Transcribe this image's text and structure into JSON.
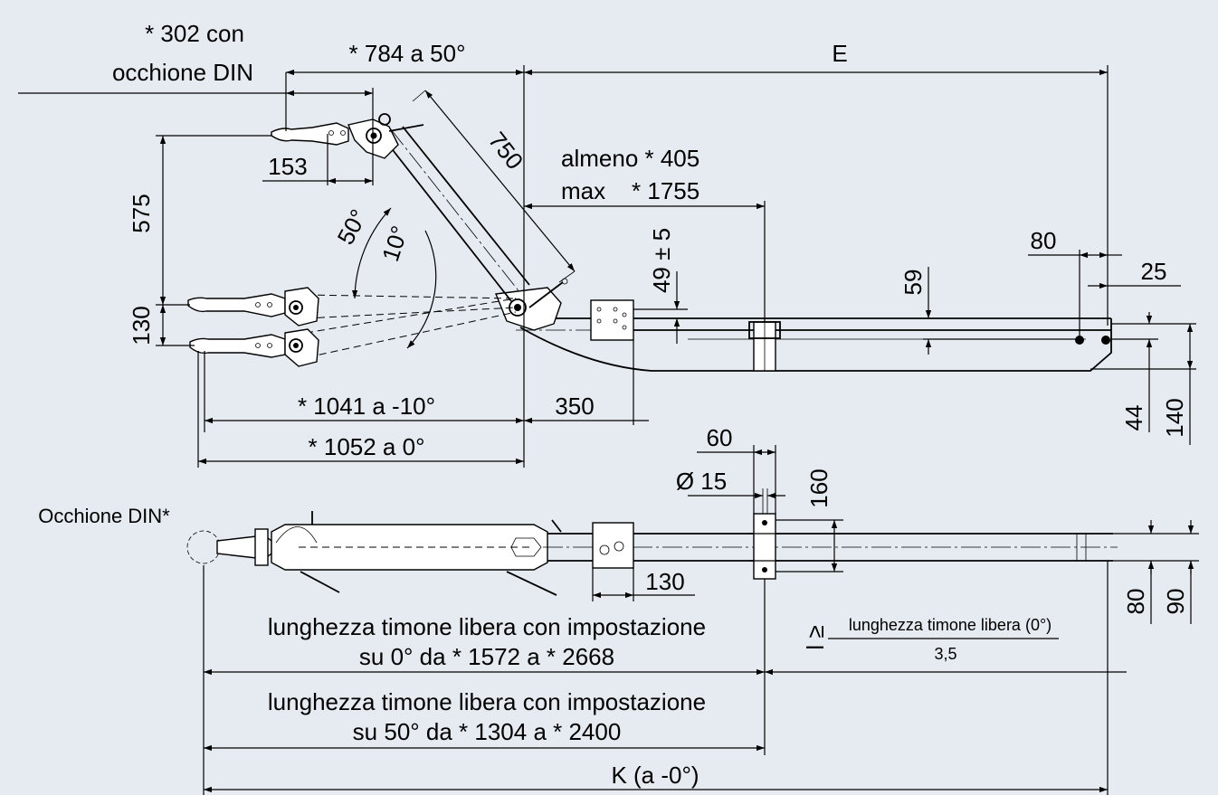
{
  "colors": {
    "background": "#e5ebf0",
    "line": "#000000",
    "part_fill": "#ffffff"
  },
  "labels": {
    "d302_line1": "* 302 con",
    "d302_line2": "occhione DIN",
    "d784": "* 784 a 50°",
    "dE": "E",
    "d750": "750",
    "d153": "153",
    "d575": "575",
    "d130_left": "130",
    "a50": "50°",
    "a10": "10°",
    "almeno": "almeno * 405",
    "max": "max    * 1755",
    "d49": "49 ± 5",
    "d59": "59",
    "d80_top": "80",
    "d25": "25",
    "d44": "44",
    "d140": "140",
    "d1041": "* 1041 a -10°",
    "d350": "350",
    "d1052": "* 1052 a 0°",
    "d60": "60",
    "d15": "Ø 15",
    "d160": "160",
    "occhione": "Occhione DIN*",
    "d130_bottom": "130",
    "lib0_line1": "lunghezza timone libera con impostazione",
    "lib0_line2": "su 0° da * 1572 a * 2668",
    "lib50_line1": "lunghezza timone libera con impostazione",
    "lib50_line2": "su 50° da * 1304 a * 2400",
    "formula_prefix": "l ≥",
    "formula_num": "lunghezza timone libera (0°)",
    "formula_den": "3,5",
    "d80_bottom": "80",
    "d90": "90",
    "dK": "K (a -0°)"
  }
}
